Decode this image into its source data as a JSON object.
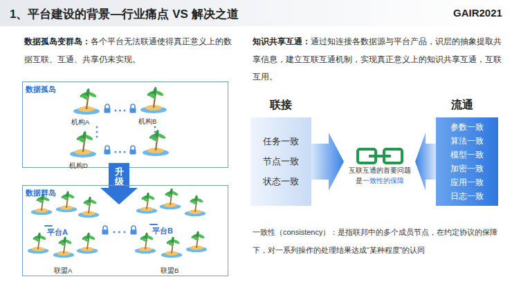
{
  "diagram": {
    "title": "1、平台建设的背景—行业痛点 VS 解决之道",
    "nodes": [
      {
        "text": [
          "数据孤岛"
        ]
      },
      {
        "text": [
          "升级"
        ]
      },
      {
        "text": [
          "数据群岛"
        ]
      },
      {
        "text": [
          "平台A"
        ],
        "in": 2
      },
      {
        "text": [
          "平台B"
        ],
        "in": 2
      },
      {
        "text": [
          "任务一致",
          "节点一致",
          "状态一致"
        ]
      },
      {
        "text": [
          "互联互通的首要问题是",
          "一致性的保障"
        ]
      },
      {
        "text": [
          "参数一致",
          "算法一致",
          "模型一致",
          "加密一致",
          "应用一致",
          "日志一致"
        ]
      }
    ],
    "edges": [
      {
        "from": 5,
        "to": 6,
        "arrow": "to"
      },
      {
        "from": 7,
        "to": 6,
        "arrow": "to"
      }
    ],
    "labels": [
      "GAIR2021",
      "数据孤岛变群岛：",
      "各个平台无法联通使得真正意义上的数据互联、互通、共享仍未实现。",
      "机构A",
      "机构B",
      "机构D",
      "联盟A",
      "联盟B",
      "知识共享互通：",
      "通过知连接各数据源与平台产品，识层的抽象提取共享信息，建立互联互通机制，实现真正意义上的知识共享互通，互联互用。",
      "联接",
      "流通",
      "一致性（consistency）：是指联邦中的多个成员节点，在约定协议的保障下，对一系列操作的处理结果达成“某种程度”的认同"
    ]
  }
}
